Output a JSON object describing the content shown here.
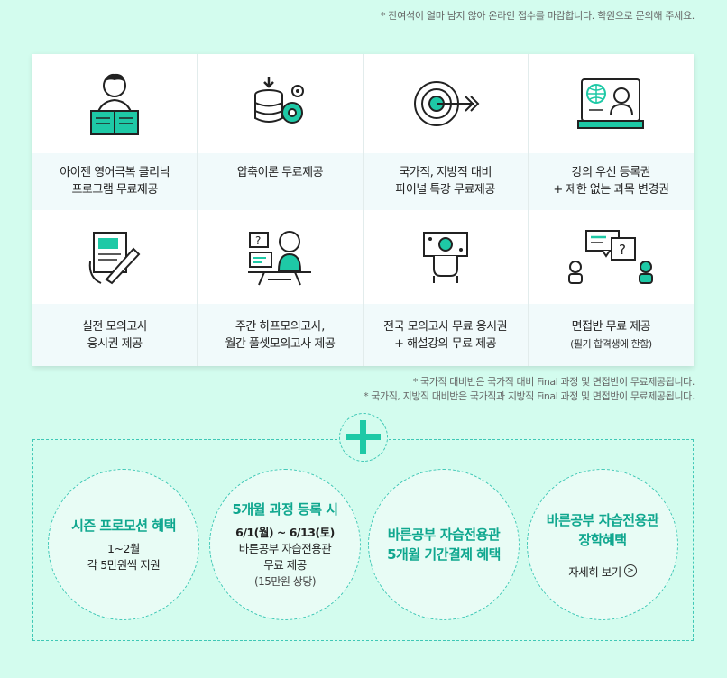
{
  "top_note": "* 잔여석이 얼마 남지 않아 온라인 접수를 마감합니다. 학원으로 문의해 주세요.",
  "benefits": [
    {
      "lines": [
        "아이젠 영어극복 클리닉",
        "프로그램 무료제공"
      ],
      "icon": "reading-person-icon"
    },
    {
      "lines": [
        "압축이론 무료제공"
      ],
      "icon": "database-gear-icon"
    },
    {
      "lines": [
        "국가직, 지방직 대비",
        "파이널 특강 무료제공"
      ],
      "icon": "target-arrow-icon"
    },
    {
      "lines": [
        "강의 우선 등록권",
        "+ 제한 없는 과목 변경권"
      ],
      "icon": "online-lecture-icon"
    },
    {
      "lines": [
        "실전 모의고사",
        "응시권 제공"
      ],
      "icon": "exam-writing-icon"
    },
    {
      "lines": [
        "주간 하프모의고사,",
        "월간 풀셋모의고사 제공"
      ],
      "icon": "student-desk-icon"
    },
    {
      "lines": [
        "전국 모의고사 무료 응시권",
        "+ 해설강의 무료 제공"
      ],
      "icon": "ticket-hand-icon"
    },
    {
      "lines": [
        "면접반 무료 제공",
        "(필기 합격생에 한함)"
      ],
      "icon": "interview-icon"
    }
  ],
  "mid_notes": [
    "* 국가직 대비반은 국가직 대비 Final 과정 및 면접반이 무료제공됩니다.",
    "* 국가직, 지방직 대비반은 국가직과 지방직 Final 과정 및 면접반이 무료제공됩니다."
  ],
  "circles": {
    "c1": {
      "title": "시즌 프로모션 혜택",
      "line1": "1~2월",
      "line2": "각 5만원씩 지원"
    },
    "c2": {
      "title": "5개월 과정 등록 시",
      "line1": "6/1(월) ~ 6/13(토)",
      "line2": "바른공부 자습전용관",
      "line3": "무료 제공",
      "line4": "(15만원 상당)"
    },
    "c3": {
      "title1": "바른공부 자습전용관",
      "title2": "5개월 기간결제 혜택"
    },
    "c4": {
      "title1": "바른공부 자습전용관",
      "title2": "장학혜택",
      "detail": "자세히 보기"
    }
  },
  "colors": {
    "accent": "#10a78f",
    "bg": "#d3fcee",
    "label_bg": "#f1fafb"
  }
}
